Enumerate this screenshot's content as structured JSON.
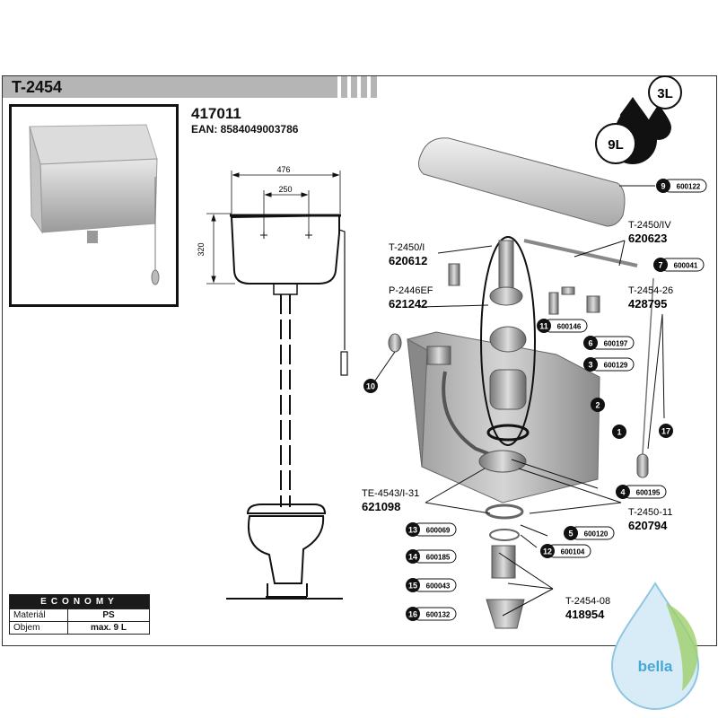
{
  "header": {
    "model": "T-2454",
    "product_code": "417011",
    "ean": "EAN: 8584049003786"
  },
  "volumes": {
    "full": "9L",
    "half": "3L"
  },
  "dimensions": {
    "width": "476",
    "spacing": "250",
    "height": "320"
  },
  "spec_table": {
    "title": "ECONOMY",
    "rows": [
      {
        "label": "Materiál",
        "value": "PS"
      },
      {
        "label": "Objem",
        "value": "max. 9 L"
      }
    ]
  },
  "assemblies": [
    {
      "name": "T-2450/I",
      "code": "620612"
    },
    {
      "name": "P-2446EF",
      "code": "621242"
    },
    {
      "name": "T-2450/IV",
      "code": "620623"
    },
    {
      "name": "T-2454-26",
      "code": "428795"
    },
    {
      "name": "TE-4543/I-31",
      "code": "621098"
    },
    {
      "name": "T-2450-11",
      "code": "620794"
    },
    {
      "name": "T-2454-08",
      "code": "418954"
    }
  ],
  "parts": [
    {
      "num": "9",
      "code": "600122"
    },
    {
      "num": "7",
      "code": "600041"
    },
    {
      "num": "11",
      "code": "600146"
    },
    {
      "num": "6",
      "code": "600197"
    },
    {
      "num": "3",
      "code": "600129"
    },
    {
      "num": "2",
      "code": ""
    },
    {
      "num": "1",
      "code": ""
    },
    {
      "num": "17",
      "code": ""
    },
    {
      "num": "10",
      "code": ""
    },
    {
      "num": "4",
      "code": "600195"
    },
    {
      "num": "5",
      "code": "600120"
    },
    {
      "num": "12",
      "code": "600104"
    },
    {
      "num": "13",
      "code": "600069"
    },
    {
      "num": "14",
      "code": "600185"
    },
    {
      "num": "15",
      "code": "600043"
    },
    {
      "num": "16",
      "code": "600132"
    }
  ],
  "brand": {
    "logo_text": "bella"
  }
}
